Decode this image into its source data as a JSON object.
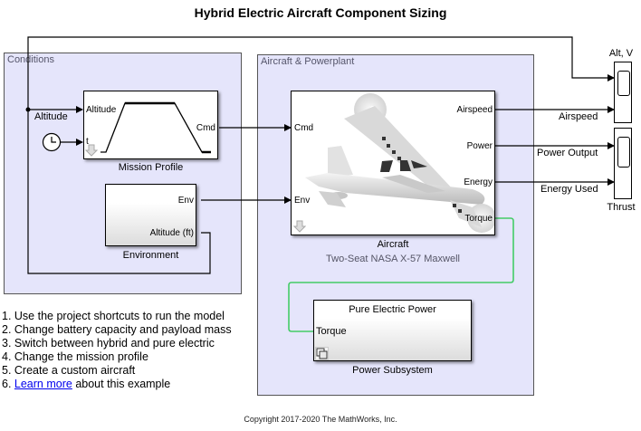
{
  "title": "Hybrid Electric Aircraft Component Sizing",
  "areas": {
    "conditions": "Conditions",
    "aircraft_powerplant": "Aircraft & Powerplant"
  },
  "blocks": {
    "mission_profile": {
      "name": "Mission Profile",
      "inputs": [
        "Altitude",
        "t"
      ],
      "outputs": [
        "Cmd"
      ]
    },
    "environment": {
      "name": "Environment",
      "outputs": [
        "Env",
        "Altitude (ft)"
      ]
    },
    "aircraft": {
      "name": "Aircraft",
      "subtitle": "Two-Seat NASA X-57 Maxwell",
      "inputs": [
        "Cmd",
        "Env"
      ],
      "outputs": [
        "Airspeed",
        "Power",
        "Energy",
        "Torque"
      ]
    },
    "power_subsystem": {
      "name": "Power Subsystem",
      "variant": "Pure Electric Power",
      "inputs": [
        "Torque"
      ]
    },
    "scope_alt_v": {
      "name": "Alt, V"
    },
    "scope_thrust": {
      "name": "Thrust"
    }
  },
  "signals": {
    "altitude": "Altitude",
    "airspeed": "Airspeed",
    "power_output": "Power Output",
    "energy_used": "Energy Used"
  },
  "hints": [
    "1. Use the project shortcuts to run the model",
    "2. Change battery capacity and payload mass",
    "3. Switch between hybrid and pure electric",
    "4. Change the mission profile",
    "5. Create a custom aircraft"
  ],
  "hint_last": {
    "prefix": "6. ",
    "link": "Learn more",
    "suffix": " about this example"
  },
  "copyright": "Copyright 2017-2020 The MathWorks, Inc.",
  "colors": {
    "area_bg": "#e5e5fb",
    "physical_wire": "#44cc66",
    "link": "#0000ee"
  }
}
